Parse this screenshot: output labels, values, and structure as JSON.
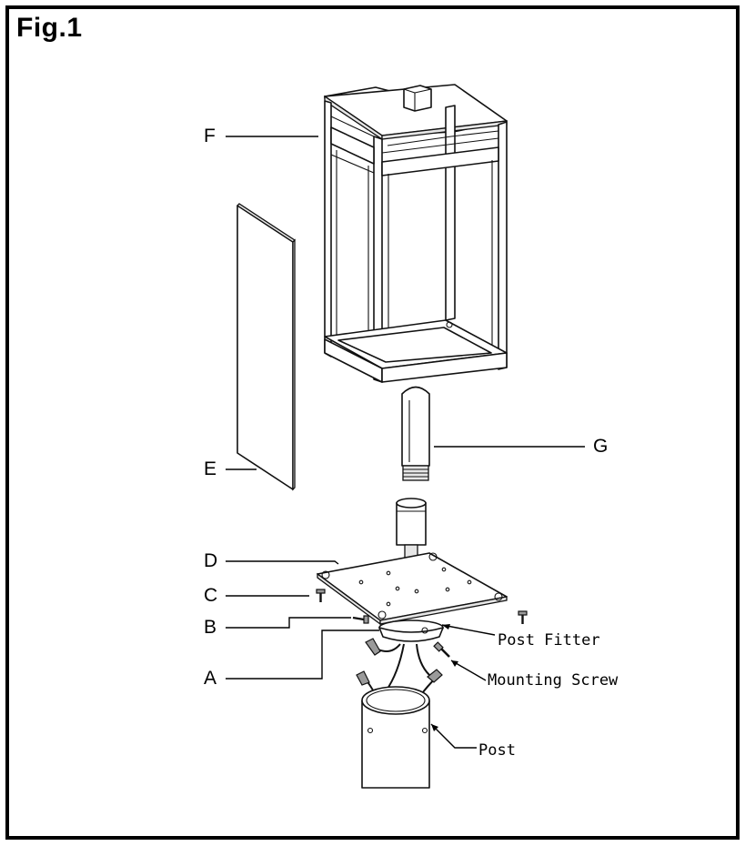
{
  "figure": {
    "title": "Fig.1"
  },
  "labels": {
    "F": "F",
    "E": "E",
    "G": "G",
    "D": "D",
    "C": "C",
    "B": "B",
    "A": "A",
    "post_fitter": "Post Fitter",
    "mounting_screw": "Mounting Screw",
    "post": "Post"
  },
  "colors": {
    "line": "#000000",
    "background": "#ffffff"
  }
}
